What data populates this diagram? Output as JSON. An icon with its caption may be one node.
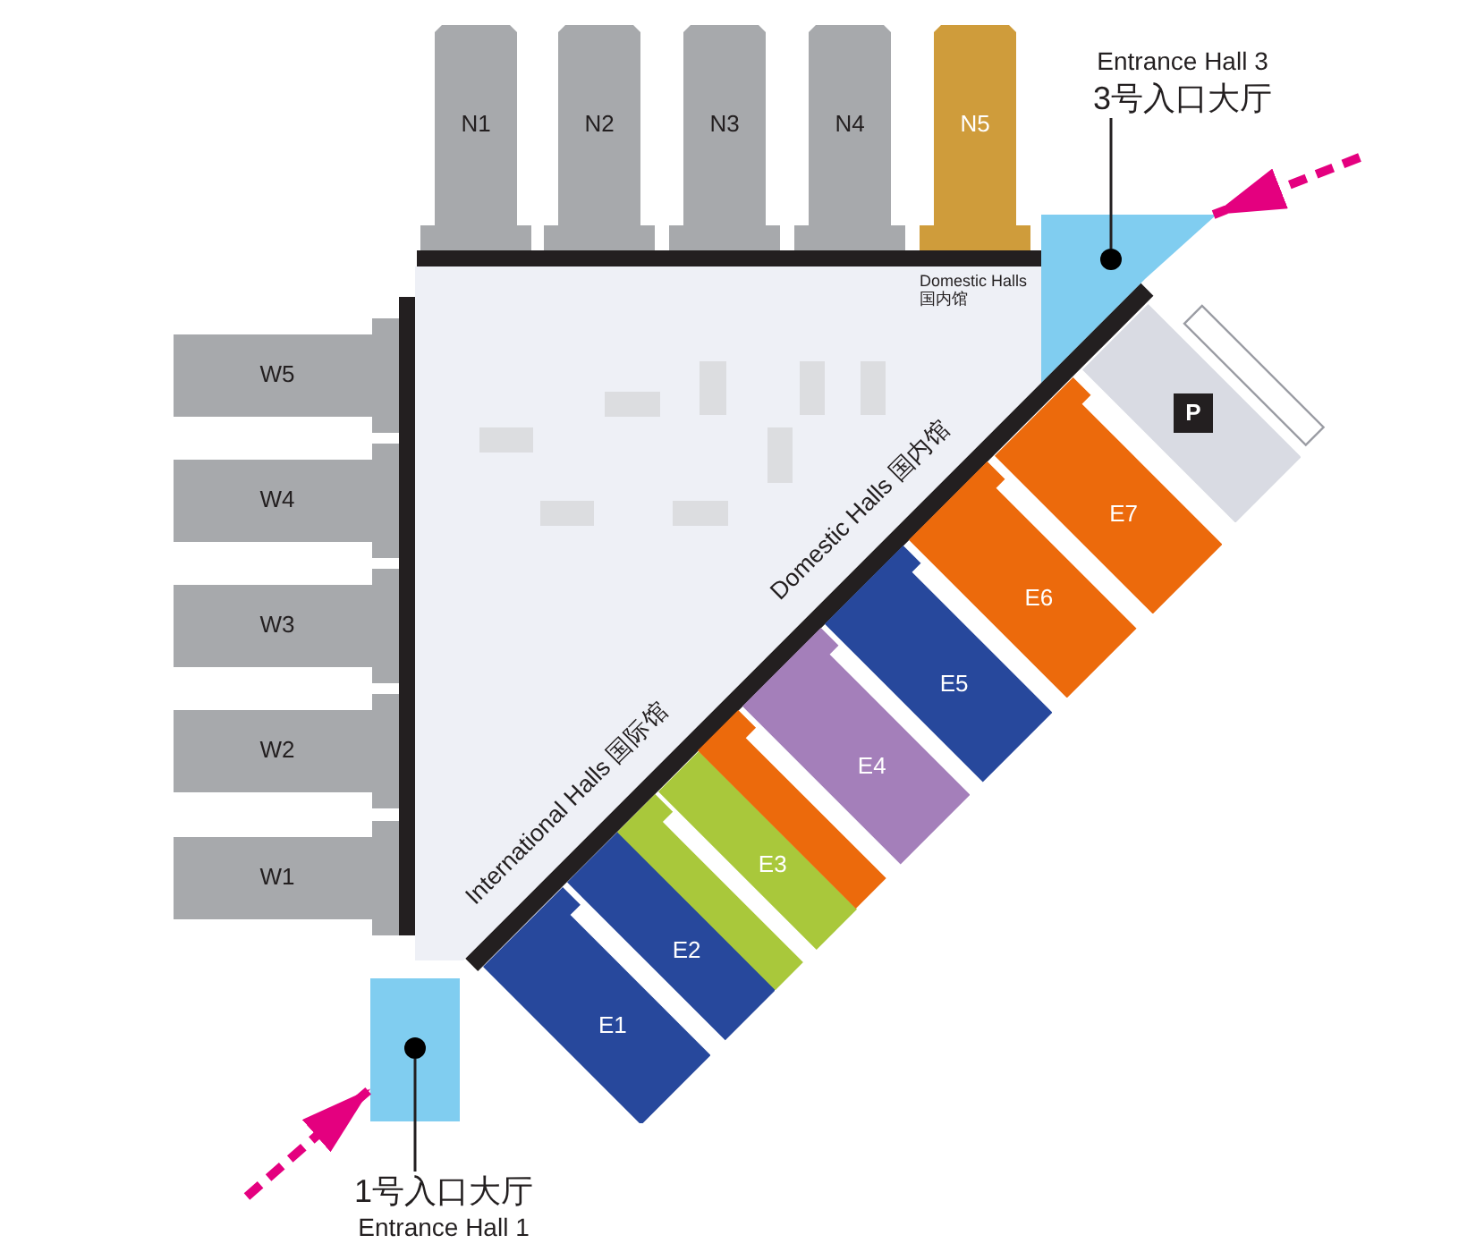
{
  "diagram": {
    "nodes": [
      {
        "text": [
          "N1"
        ]
      },
      {
        "text": [
          "N2"
        ]
      },
      {
        "text": [
          "N3"
        ]
      },
      {
        "text": [
          "N4"
        ]
      },
      {
        "text": [
          "N5"
        ]
      },
      {
        "text": [
          "Entrance Hall 3",
          "3号入口大厅"
        ]
      },
      {
        "text": [],
        "shape": "box"
      },
      {
        "text": [],
        "shape": "circle",
        "in": 6
      },
      {
        "text": [
          "Domestic Halls 国内馆"
        ]
      },
      {
        "text": [
          "W5"
        ]
      },
      {
        "text": [
          "W4"
        ]
      },
      {
        "text": [
          "W3"
        ]
      },
      {
        "text": [
          "W2"
        ]
      },
      {
        "text": [
          "W1"
        ]
      },
      {
        "text": [
          "E1"
        ]
      },
      {
        "text": [
          "E2"
        ]
      },
      {
        "text": [],
        "shape": "bar"
      },
      {
        "text": [
          "E3"
        ]
      },
      {
        "text": [],
        "shape": "bar"
      },
      {
        "text": [
          "E4"
        ]
      },
      {
        "text": [
          "E5"
        ]
      },
      {
        "text": [
          "E6"
        ]
      },
      {
        "text": [
          "E7"
        ]
      },
      {
        "text": [
          "P"
        ]
      },
      {
        "text": [],
        "shape": "box"
      },
      {
        "text": [],
        "shape": "box"
      },
      {
        "text": [],
        "shape": "circle",
        "in": 25
      },
      {
        "text": [
          "1号入口大厅",
          "Entrance Hall 1"
        ]
      }
    ],
    "edges": [
      {
        "from": null,
        "to": 6,
        "arrow": "to",
        "style": "dashed",
        "color": "#e4007f"
      },
      {
        "from": 5,
        "to": 7,
        "arrow": "none",
        "color": "#231f20"
      },
      {
        "from": null,
        "to": 25,
        "arrow": "to",
        "style": "dashed",
        "color": "#e4007f"
      },
      {
        "from": 27,
        "to": 26,
        "arrow": "none",
        "color": "#231f20"
      }
    ],
    "labels": [
      "Domestic Halls 国内馆",
      "International Halls 国际馆"
    ]
  }
}
